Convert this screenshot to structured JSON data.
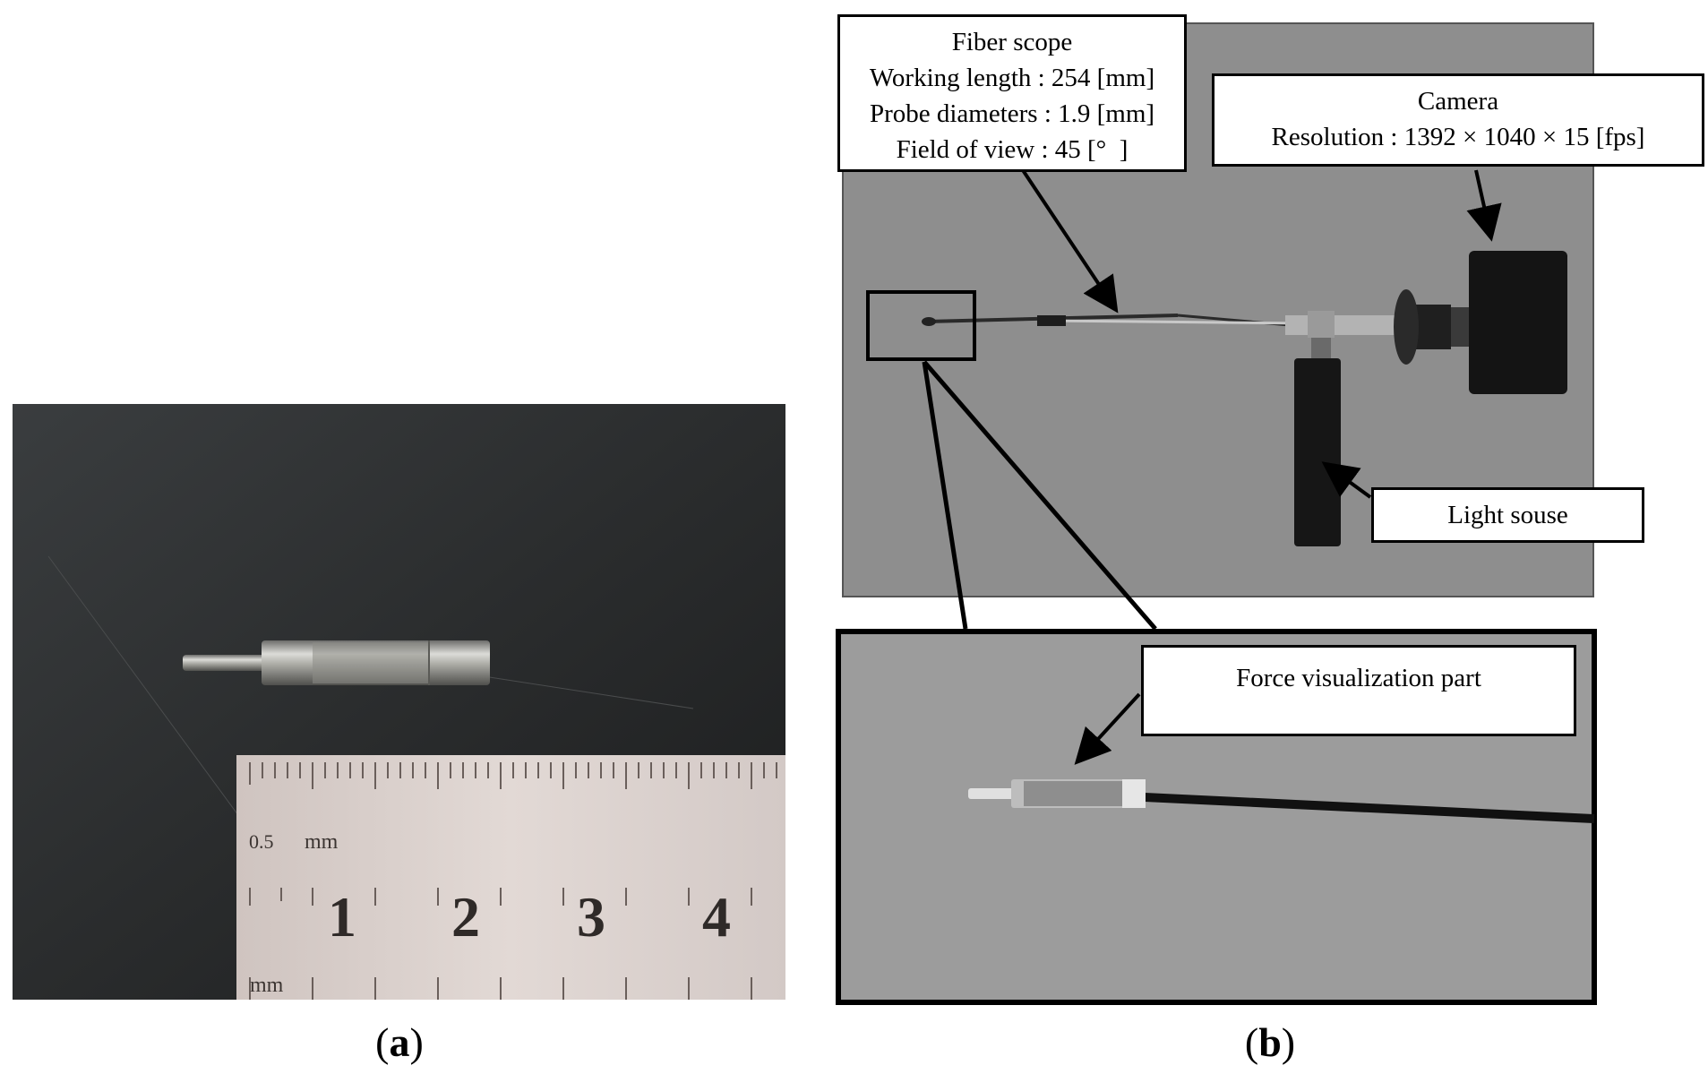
{
  "panel_a": {
    "caption": "a",
    "ruler": {
      "unit_top": "0.5",
      "unit_mm_top": "mm",
      "unit_mm_bottom": "mm",
      "numbers": [
        "1",
        "2",
        "3",
        "4"
      ]
    }
  },
  "panel_b": {
    "caption": "b",
    "fiber_scope": {
      "title": "Fiber scope",
      "working_length": "Working length : 254 [mm]",
      "probe_diameters": "Probe diameters : 1.9 [mm]",
      "field_of_view": "Field of view : 45 [°  ]"
    },
    "camera": {
      "title": "Camera",
      "resolution": "Resolution : 1392 × 1040 × 15 [fps]"
    },
    "light_source": "Light souse",
    "force_part": "Force visualization part"
  }
}
